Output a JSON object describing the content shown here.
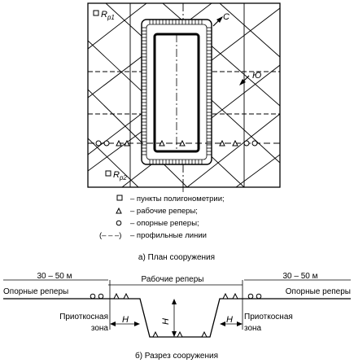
{
  "plan": {
    "label_rp1": "R",
    "label_rp1_sub": "p1",
    "label_rp2": "R",
    "label_rp2_sub": "p2",
    "label_north": "С",
    "label_south": "Ю"
  },
  "legend": {
    "items": [
      {
        "symbol": "square",
        "text": "– пункты полигонометрии;"
      },
      {
        "symbol": "triangle",
        "text": "– рабочие реперы;"
      },
      {
        "symbol": "circle",
        "text": "– опорные реперы;"
      },
      {
        "symbol": "dashed-line",
        "text": "– профильные линии",
        "prefix": "(– – –)"
      }
    ]
  },
  "caption_plan": "а) План сооружения",
  "section": {
    "dist_left": "30 – 50 м",
    "dist_right": "30 – 50 м",
    "label_support_left": "Опорные реперы",
    "label_support_right": "Опорные реперы",
    "label_working": "Рабочие реперы",
    "label_zone_left_1": "Приоткосная",
    "label_zone_left_2": "зона",
    "label_zone_right_1": "Приоткосная",
    "label_zone_right_2": "зона",
    "label_h_left": "H",
    "label_h_center": "H",
    "label_h_right": "H"
  },
  "caption_section": "б) Разрез сооружения"
}
